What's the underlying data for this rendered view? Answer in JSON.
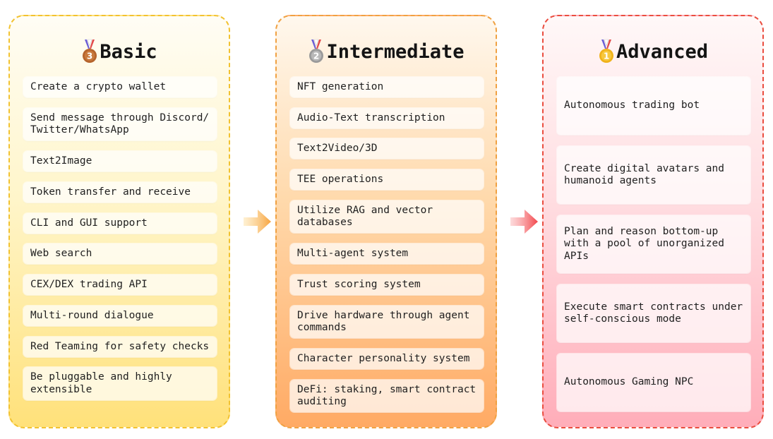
{
  "columns": {
    "basic": {
      "title": "Basic",
      "medal_number": "3",
      "medal_color": "#b5642c",
      "items": [
        "Create a crypto wallet",
        "Send message through Discord/\nTwitter/WhatsApp",
        "Text2Image",
        "Token transfer and receive",
        "CLI and GUI support",
        "Web search",
        "CEX/DEX trading API",
        "Multi-round dialogue",
        "Red Teaming for safety checks",
        "Be pluggable and highly\nextensible"
      ]
    },
    "intermediate": {
      "title": "Intermediate",
      "medal_number": "2",
      "medal_color": "#9a9a9a",
      "items": [
        "NFT generation",
        "Audio-Text transcription",
        "Text2Video/3D",
        "TEE operations",
        "Utilize RAG and vector\ndatabases",
        "Multi-agent system",
        "Trust scoring system",
        "Drive hardware through agent\ncommands",
        "Character personality system",
        "DeFi: staking, smart contract\nauditing"
      ]
    },
    "advanced": {
      "title": "Advanced",
      "medal_number": "1",
      "medal_color": "#f0b21a",
      "items": [
        "Autonomous trading bot",
        "Create digital avatars and\nhumanoid agents",
        "Plan and reason bottom-up\nwith a pool of unorganized\nAPIs",
        "Execute smart contracts under\nself-conscious mode",
        "Autonomous Gaming NPC"
      ]
    }
  },
  "colors": {
    "basic_border": "#f2c230",
    "intermediate_border": "#f0a142",
    "advanced_border": "#ea4d3f",
    "arrow_1": "#f7a23c",
    "arrow_2": "#f2454a"
  },
  "icons": [
    "medal-bronze-icon",
    "medal-silver-icon",
    "medal-gold-icon",
    "arrow-right-icon"
  ]
}
